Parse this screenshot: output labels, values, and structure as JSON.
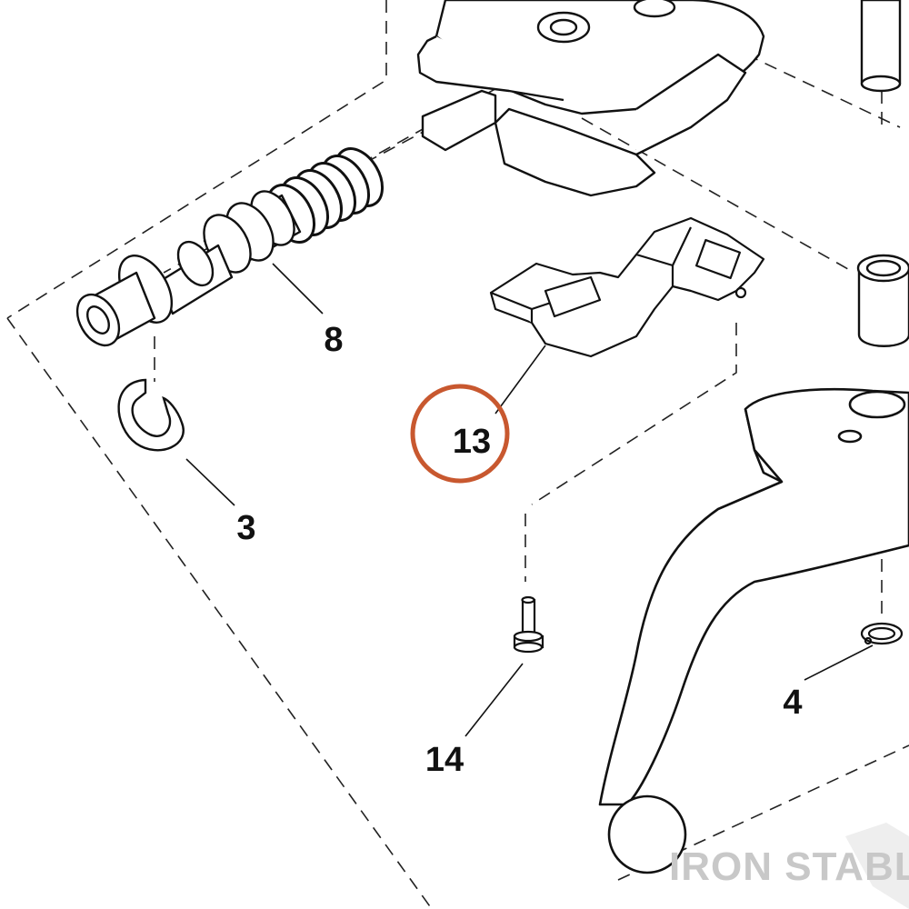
{
  "diagram": {
    "callouts": {
      "part_8": "8",
      "part_3": "3",
      "part_13": "13",
      "part_14": "14",
      "part_4": "4"
    },
    "highlight_color": "#c8582f",
    "watermark": "IRON STABLE"
  }
}
